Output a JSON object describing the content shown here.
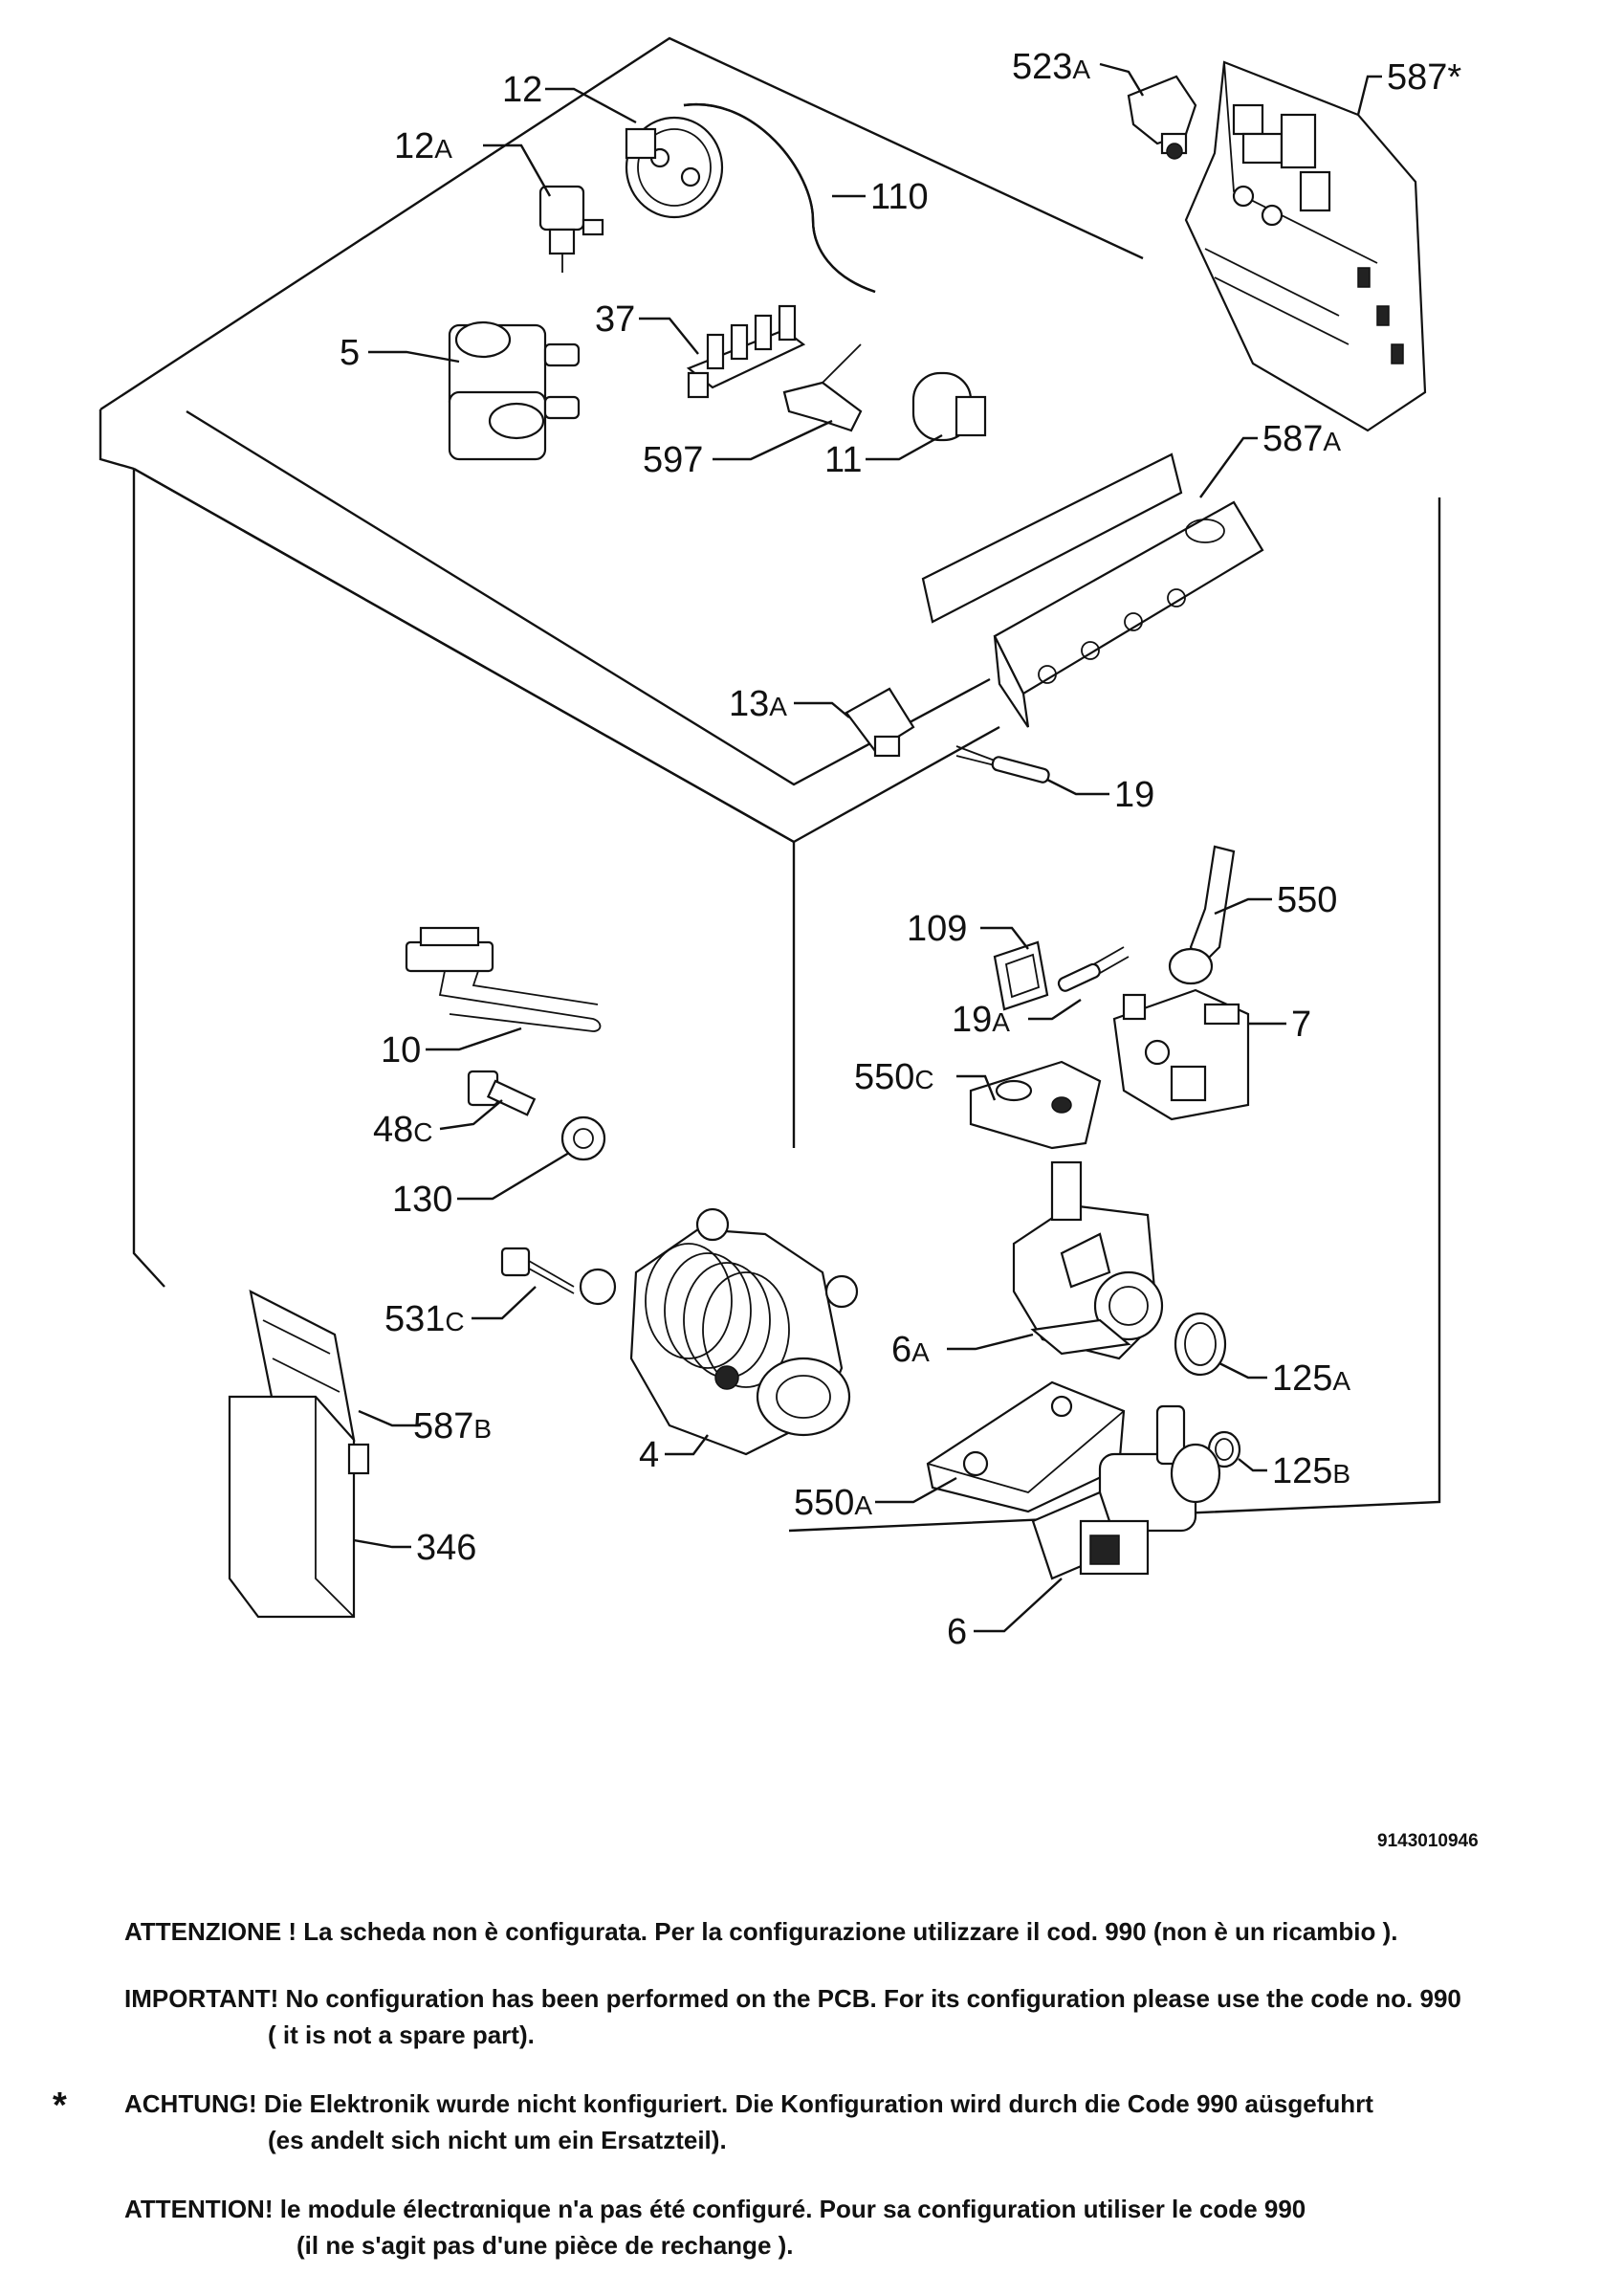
{
  "diagram": {
    "doc_number": "9143010946",
    "labels": [
      {
        "num": "12",
        "suffix": "",
        "name": "label-12"
      },
      {
        "num": "12",
        "suffix": "A",
        "name": "label-12a"
      },
      {
        "num": "110",
        "suffix": "",
        "name": "label-110"
      },
      {
        "num": "5",
        "suffix": "",
        "name": "label-5"
      },
      {
        "num": "37",
        "suffix": "",
        "name": "label-37"
      },
      {
        "num": "597",
        "suffix": "",
        "name": "label-597"
      },
      {
        "num": "11",
        "suffix": "",
        "name": "label-11"
      },
      {
        "num": "523",
        "suffix": "A",
        "name": "label-523a"
      },
      {
        "num": "587",
        "suffix": "*",
        "name": "label-587-star"
      },
      {
        "num": "587",
        "suffix": "A",
        "name": "label-587a"
      },
      {
        "num": "13",
        "suffix": "A",
        "name": "label-13a"
      },
      {
        "num": "19",
        "suffix": "",
        "name": "label-19"
      },
      {
        "num": "109",
        "suffix": "",
        "name": "label-109"
      },
      {
        "num": "550",
        "suffix": "",
        "name": "label-550"
      },
      {
        "num": "19",
        "suffix": "A",
        "name": "label-19a"
      },
      {
        "num": "7",
        "suffix": "",
        "name": "label-7"
      },
      {
        "num": "550",
        "suffix": "C",
        "name": "label-550c"
      },
      {
        "num": "10",
        "suffix": "",
        "name": "label-10"
      },
      {
        "num": "48",
        "suffix": "C",
        "name": "label-48c"
      },
      {
        "num": "130",
        "suffix": "",
        "name": "label-130"
      },
      {
        "num": "531",
        "suffix": "C",
        "name": "label-531c"
      },
      {
        "num": "6",
        "suffix": "A",
        "name": "label-6a"
      },
      {
        "num": "125",
        "suffix": "A",
        "name": "label-125a"
      },
      {
        "num": "587",
        "suffix": "B",
        "name": "label-587b"
      },
      {
        "num": "4",
        "suffix": "",
        "name": "label-4"
      },
      {
        "num": "125",
        "suffix": "B",
        "name": "label-125b"
      },
      {
        "num": "550",
        "suffix": "A",
        "name": "label-550a"
      },
      {
        "num": "346",
        "suffix": "",
        "name": "label-346"
      },
      {
        "num": "6",
        "suffix": "",
        "name": "label-6"
      }
    ]
  },
  "notes": {
    "it": "ATTENZIONE ! La scheda non è  configurata. Per la configurazione utilizzare il cod. 990 (non è un ricambio ).",
    "en_line1": "IMPORTANT! No configuration has been performed on the PCB. For its configuration please use the code no. 990",
    "en_line2": "( it is not a spare part).",
    "star": "*",
    "de_line1": "ACHTUNG! Die Elektronik wurde nicht konfiguriert. Die Konfiguration wird durch die Code 990 aüsgefuhrt",
    "de_line2": "(es andelt sich nicht um ein Ersatzteil).",
    "fr_line1": "ATTENTION! le module électrαnique n'a pas été configuré. Pour  sa configuration utiliser le code 990",
    "fr_line2": "(il ne s'agit pas d'une pièce de rechange )."
  }
}
